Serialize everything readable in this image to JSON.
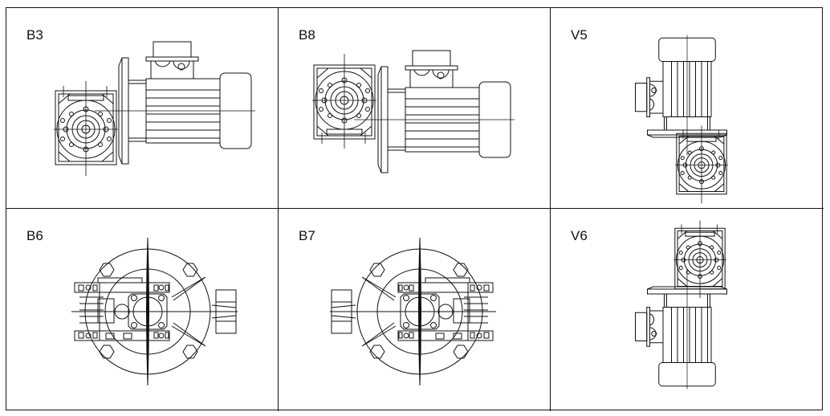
{
  "title": "Mounting positions",
  "positions": [
    {
      "label": "B3"
    },
    {
      "label": "B8"
    },
    {
      "label": "V5"
    },
    {
      "label": "B6"
    },
    {
      "label": "B7"
    },
    {
      "label": "V6"
    }
  ],
  "colors": {
    "line": "#111111",
    "background": "#ffffff"
  }
}
